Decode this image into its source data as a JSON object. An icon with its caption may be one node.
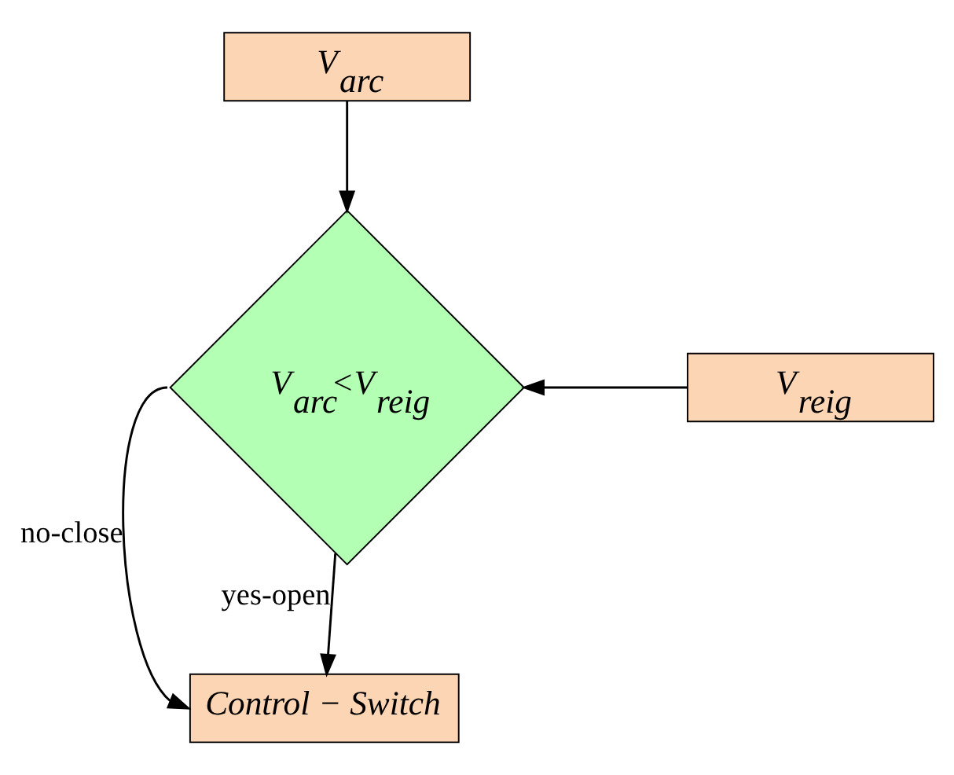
{
  "diagram": {
    "nodes": [
      {
        "text": [
          "V$_{arc}$"
        ]
      },
      {
        "text": [
          "V$_{arc}$<V$_{reig}$"
        ]
      },
      {
        "text": [
          "V$_{reig}$"
        ]
      },
      {
        "text": [
          "Control − Switch"
        ]
      }
    ],
    "edges": [
      {
        "from": 0,
        "to": 1,
        "arrow": "to"
      },
      {
        "from": 2,
        "to": 1,
        "arrow": "to"
      },
      {
        "from": 1,
        "to": 3,
        "arrow": "to",
        "label": "yes-open"
      },
      {
        "from": 1,
        "to": 3,
        "arrow": "to",
        "label": "no-close"
      }
    ]
  }
}
